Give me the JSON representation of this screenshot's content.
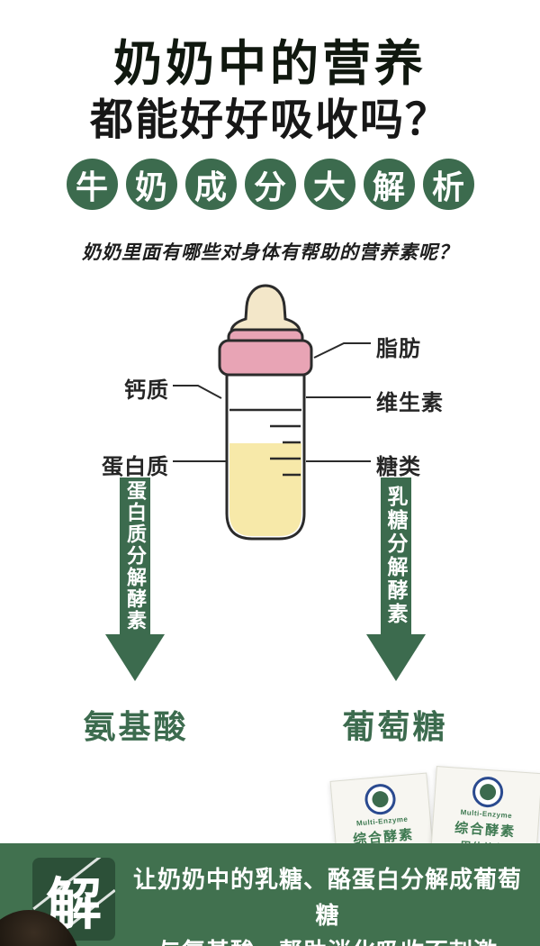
{
  "colors": {
    "green": "#3c6b4e",
    "banner_green": "#41714f",
    "icon_green": "#2c5038",
    "pink": "#e8a4b5",
    "milk_yellow": "#f7e9a9",
    "title_dark": "#10180f"
  },
  "header": {
    "title_line1": "奶奶中的营养",
    "title_line2": "都能好好吸收吗？",
    "badge_chars": [
      "牛",
      "奶",
      "成",
      "分",
      "大",
      "解",
      "析"
    ],
    "subtitle": "奶奶里面有哪些对身体有帮助的营养素呢？"
  },
  "diagram": {
    "labels": {
      "calcium": "钙质",
      "protein": "蛋白质",
      "fat": "脂肪",
      "vitamin": "维生素",
      "sugar": "糖类"
    },
    "arrow_left_text": "蛋白质分解酵素",
    "arrow_right_text": "乳糖分解酵素",
    "result_left": "氨基酸",
    "result_right": "葡萄糖"
  },
  "products": {
    "en_label": "Multi-Enzyme",
    "name_line1": "综合酵素",
    "name_line2": "固体饮料"
  },
  "banner": {
    "icon_char": "解",
    "line1": "让奶奶中的乳糖、酪蛋白分解成葡萄糖",
    "line2": "与氨基酸，帮助消化吸收不刺激"
  }
}
